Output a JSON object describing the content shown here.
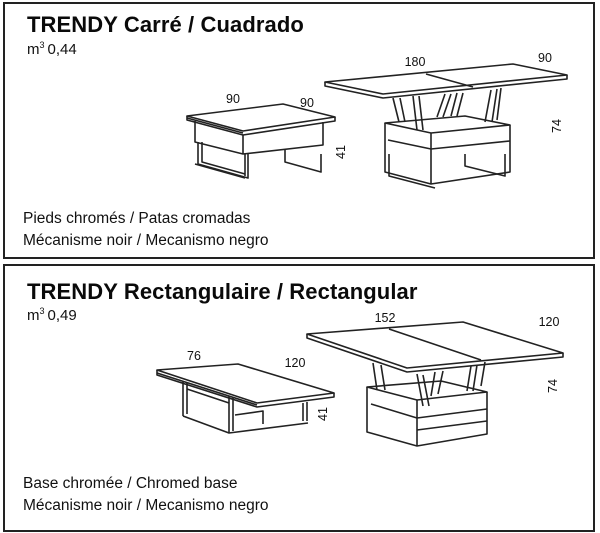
{
  "sections": [
    {
      "title": "TRENDY Carré / Cuadrado",
      "volume_unit": "m",
      "volume_exp": "3",
      "volume_value": "0,44",
      "closed": {
        "width": "90",
        "depth": "90",
        "height": "41"
      },
      "open": {
        "width": "180",
        "depth": "90",
        "height": "74"
      },
      "notes": [
        "Pieds chromés / Patas cromadas",
        "Mécanisme noir / Mecanismo negro"
      ]
    },
    {
      "title": "TRENDY Rectangulaire / Rectangular",
      "volume_unit": "m",
      "volume_exp": "3",
      "volume_value": "0,49",
      "closed": {
        "width": "76",
        "depth": "120",
        "height": "41"
      },
      "open": {
        "width": "152",
        "depth": "120",
        "height": "74"
      },
      "notes": [
        "Base chromée / Chromed base",
        "Mécanisme noir / Mecanismo negro"
      ]
    }
  ],
  "colors": {
    "line": "#222222",
    "background": "#ffffff",
    "text": "#111111"
  }
}
